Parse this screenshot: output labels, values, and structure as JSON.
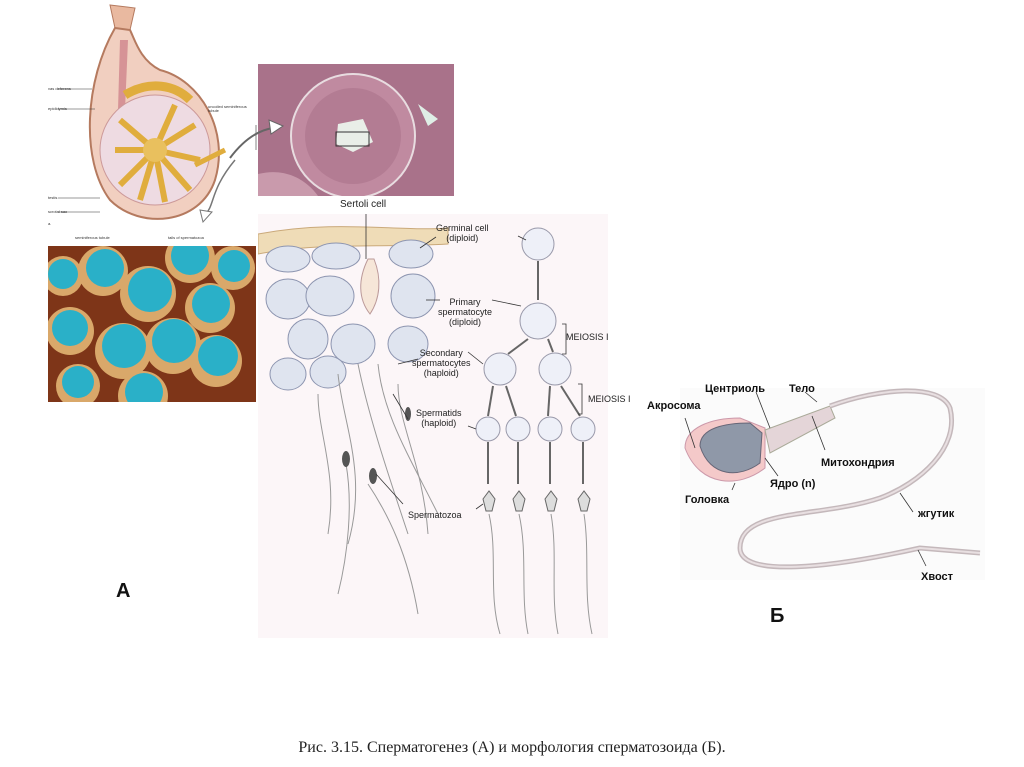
{
  "panel_a": {
    "letter": "А",
    "testis_labels": {
      "vas_deferens": "vas deferens",
      "epididymis": "epididymis",
      "uncoiled_tubule": "uncoiled seminiferous tubule",
      "testis": "testis",
      "scrotal_sac": "scrotal sac",
      "sublabel": "a."
    },
    "sem_labels": {
      "seminiferous_tubule": "seminiferous tubule",
      "tails": "tails of spermatozoa"
    },
    "sertoli": "Sertoli cell",
    "stages": [
      {
        "line1": "Germinal cell",
        "line2": "(diploid)"
      },
      {
        "line1": "Primary",
        "line2": "spermatocyte",
        "line3": "(diploid)"
      },
      {
        "line1": "Secondary",
        "line2": "spermatocytes",
        "line3": "(haploid)"
      },
      {
        "line1": "Spermatids",
        "line2": "(haploid)"
      },
      {
        "line1": "Spermatozoa"
      }
    ],
    "meiosis1": "MEIOSIS I",
    "meiosis2": "MEIOSIS I"
  },
  "panel_b": {
    "letter": "Б",
    "labels": {
      "centriole": "Центриоль",
      "body": "Тело",
      "acrosome": "Акросома",
      "mitochondria": "Митохондрия",
      "nucleus": "Ядро (n)",
      "head": "Головка",
      "flagellum": "жгутик",
      "tail": "Хвост"
    }
  },
  "caption": "Рис. 3.15. Сперматогенез (А) и морфология сперматозоида (Б)."
}
